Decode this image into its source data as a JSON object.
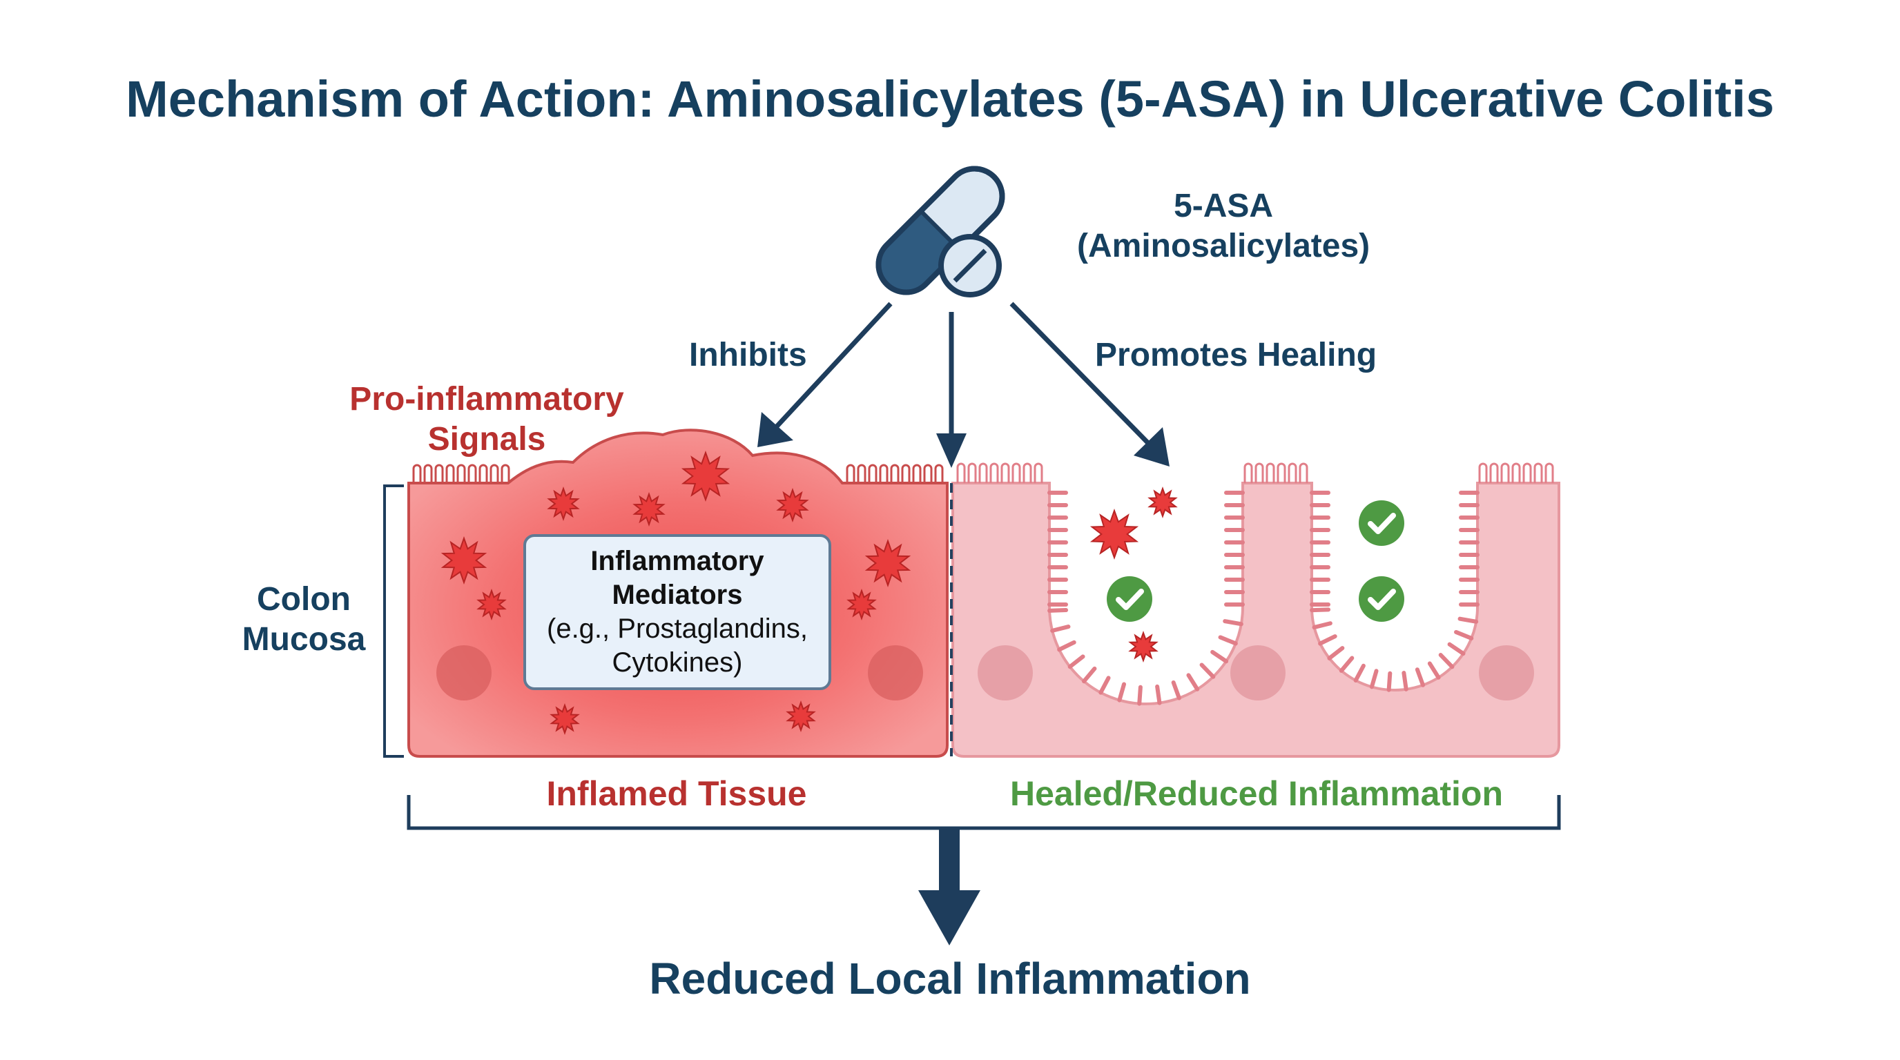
{
  "title": "Mechanism of Action: Aminosalicylates (5-ASA) in Ulcerative Colitis",
  "drug": {
    "name": "5-ASA",
    "subtitle": "(Aminosalicylates)",
    "icon": "pill-capsule-icon"
  },
  "arrows": {
    "left_label": "Inhibits",
    "right_label": "Promotes Healing"
  },
  "signals_label": {
    "line1": "Pro-inflammatory",
    "line2": "Signals"
  },
  "tissue_label": {
    "line1": "Colon",
    "line2": "Mucosa"
  },
  "mediators_box": {
    "title_line1": "Inflammatory",
    "title_line2": "Mediators",
    "example_line1": "(e.g., Prostaglandins,",
    "example_line2": "Cytokines)"
  },
  "sections": {
    "inflamed": "Inflamed Tissue",
    "healed": "Healed/Reduced Inflammation"
  },
  "result": "Reduced Local Inflammation",
  "colors": {
    "navy": "#16405f",
    "inflamed_red": "#b8312f",
    "healed_green": "#4e9a43",
    "tissue_pink": "#f4c1c6",
    "burst_red": "#e83b3b"
  }
}
